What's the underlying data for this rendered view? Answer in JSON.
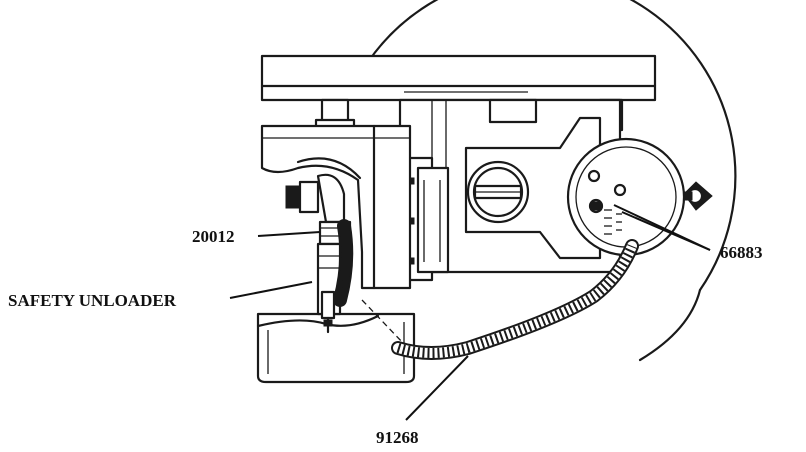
{
  "callouts": {
    "part_20012": "20012",
    "safety_unloader": "SAFETY UNLOADER",
    "part_66883": "66883",
    "part_91268": "91268"
  }
}
